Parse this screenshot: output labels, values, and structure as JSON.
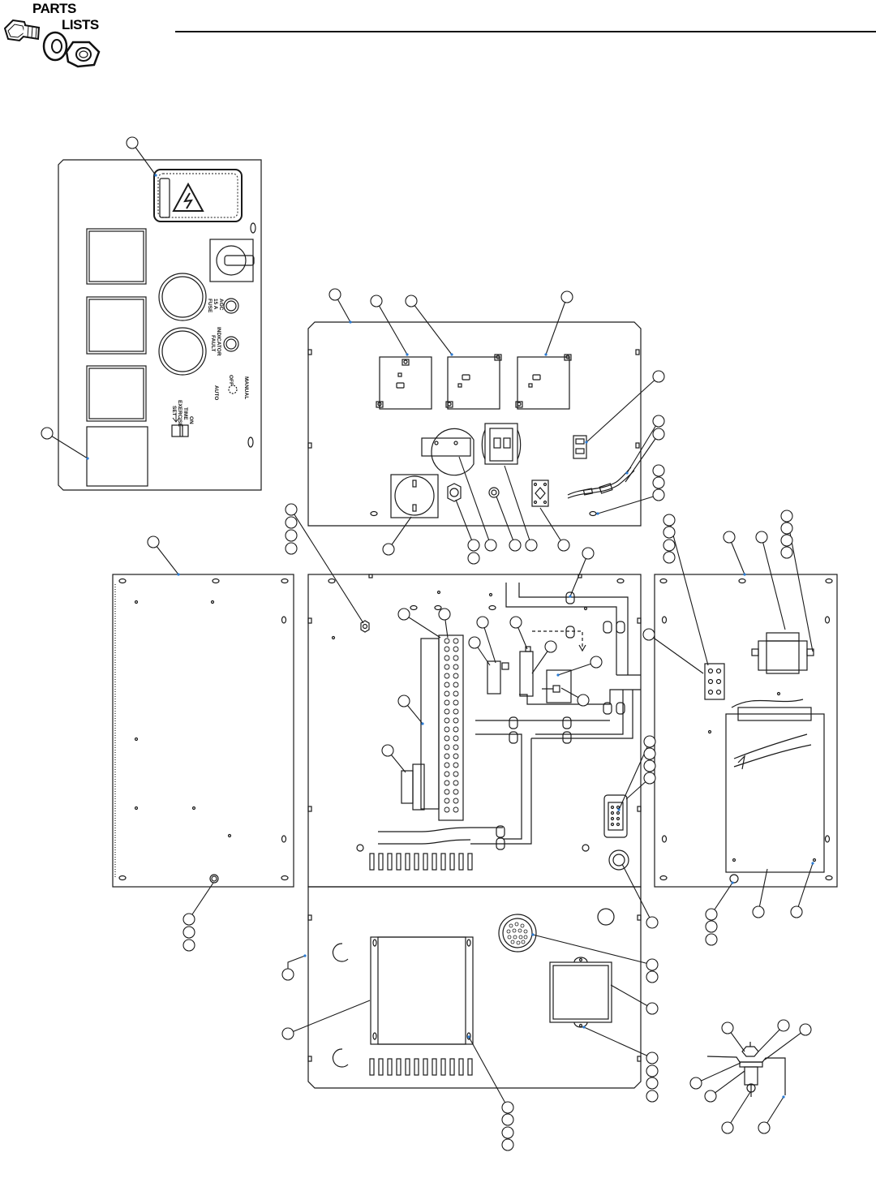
{
  "header": {
    "logo_line1": "PARTS",
    "logo_line2": "LISTS"
  },
  "front_panel": {
    "fuse_label_1": "FUSE",
    "fuse_label_2": "15 A",
    "fuse_label_3": "AGC",
    "fault_label_1": "FAULT",
    "fault_label_2": "INDICATOR",
    "auto_label": "AUTO",
    "off_label": "OFF",
    "manual_label": "MANUAL",
    "set_label": "SET",
    "exercise_label": "EXERCISE",
    "time_label": "TIME",
    "on_label": "ON"
  },
  "colors": {
    "line": "#1a1a1a",
    "leader": "#1a1a1a",
    "leader_dot": "#2a7bd4",
    "hatch": "#444444"
  }
}
